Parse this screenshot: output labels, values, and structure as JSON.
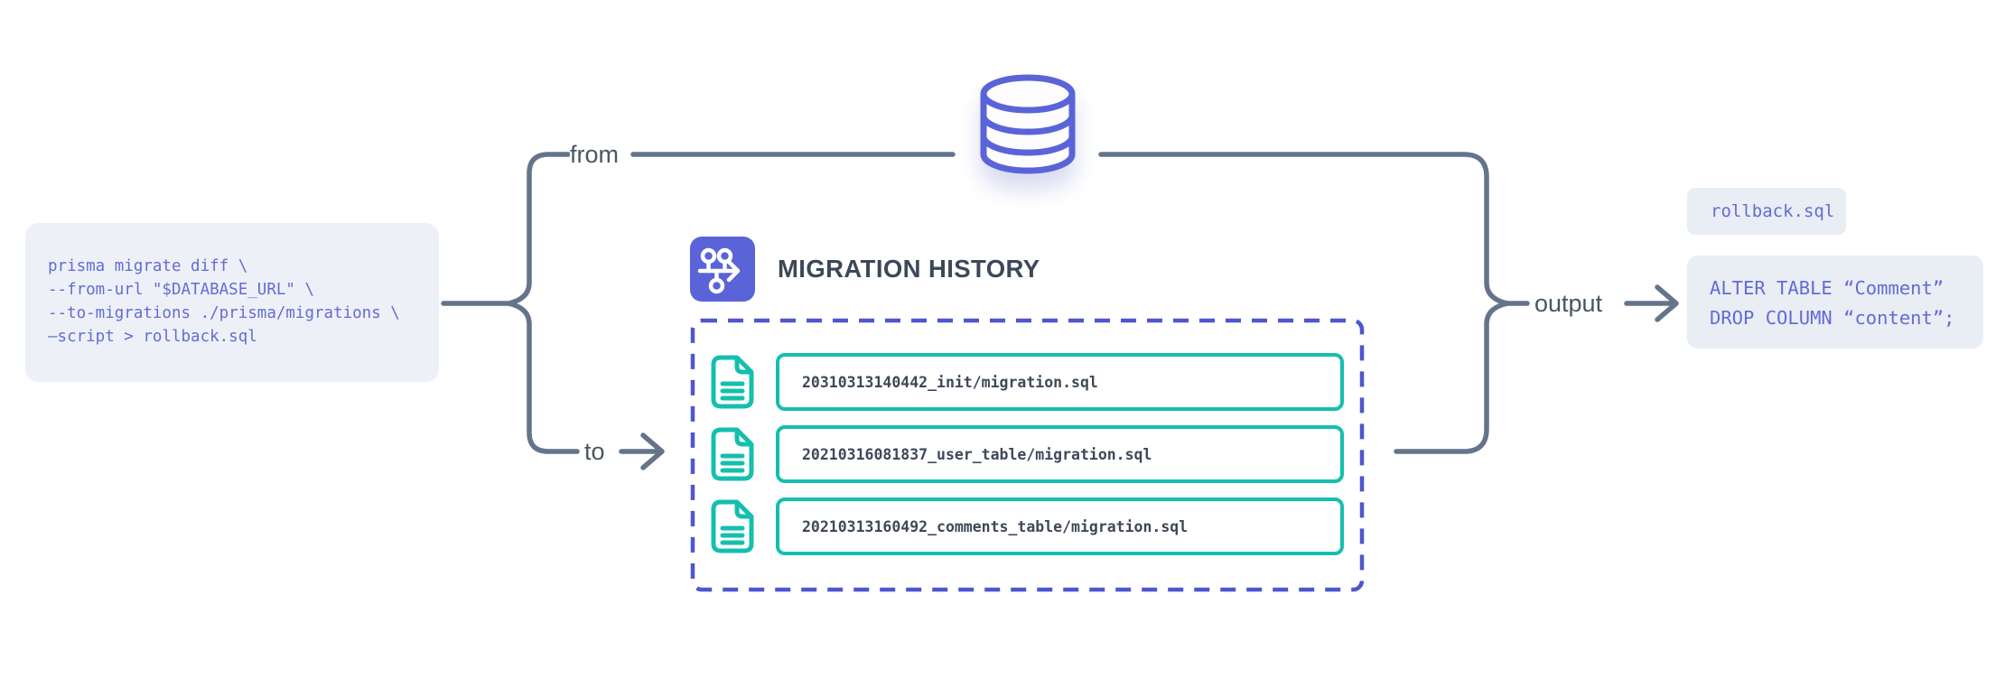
{
  "colors": {
    "connector": "#64748b",
    "indigo": "#5a64d8",
    "indigo_dash": "#4f56cf",
    "teal": "#14bfae",
    "code_text": "#636cd4",
    "code_bg": "#edf1f7",
    "output_bg": "#e9edf4",
    "label_text": "#4b5563",
    "title_text": "#3c4859",
    "row_text": "#3e4859"
  },
  "command_block": {
    "lines": [
      "prisma migrate diff \\",
      "--from-url \"$DATABASE_URL\" \\",
      "--to-migrations ./prisma/migrations \\",
      "–script > rollback.sql"
    ]
  },
  "labels": {
    "from": "from",
    "to": "to",
    "output": "output"
  },
  "migration_history": {
    "title": "MIGRATION HISTORY",
    "items": [
      {
        "filename": "20310313140442_init/migration.sql"
      },
      {
        "filename": "20210316081837_user_table/migration.sql"
      },
      {
        "filename": "20210313160492_comments_table/migration.sql"
      }
    ]
  },
  "output_panel": {
    "file_tag": "rollback.sql",
    "sql_lines": [
      "ALTER TABLE “Comment”",
      "DROP COLUMN “content”;"
    ]
  }
}
